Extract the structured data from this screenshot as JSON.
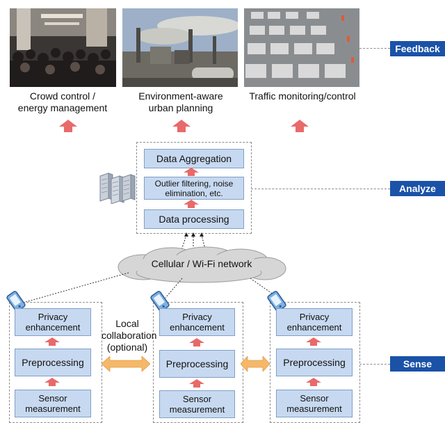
{
  "stages": {
    "feedback": "Feedback",
    "analyze": "Analyze",
    "sense": "Sense"
  },
  "feedback_items": [
    {
      "caption": "Crowd control /\nenergy management",
      "image": "crowd-photo"
    },
    {
      "caption": "Environment-aware\nurban planning",
      "image": "factory-smoke-photo"
    },
    {
      "caption": "Traffic monitoring/control",
      "image": "traffic-jam-photo"
    }
  ],
  "analyze": {
    "data_aggregation": "Data Aggregation",
    "outlier": "Outlier filtering, noise elimination, etc.",
    "data_processing": "Data processing",
    "server_icon": "server-rack-icon"
  },
  "network": {
    "label": "Cellular / Wi-Fi network"
  },
  "sense": {
    "privacy": "Privacy enhancement",
    "preprocessing": "Preprocessing",
    "sensor": "Sensor measurement",
    "local_collab": "Local\ncollaboration\n(optional)",
    "phone_icon": "smartphone-icon"
  },
  "colors": {
    "stage_tag": "#1a52a8",
    "box_fill": "#c7d9f0",
    "arrow_red": "#e86a6a",
    "arrow_orange": "#f5b86a"
  }
}
